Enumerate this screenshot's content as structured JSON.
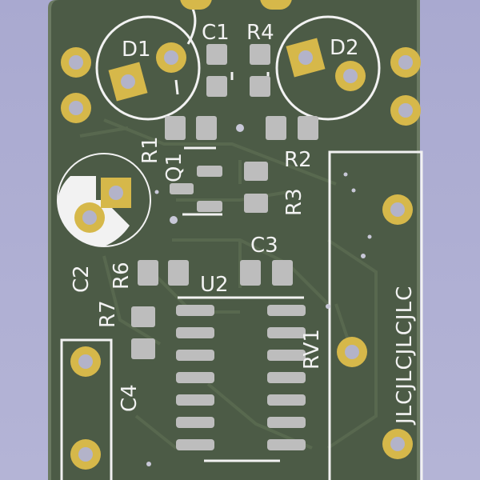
{
  "board": {
    "colors": {
      "background": "#b0b0d4",
      "board_edge": "#6b7a62",
      "board": "#4c5b46",
      "trace": "#5a6a50",
      "silkscreen": "#f2f2f2",
      "smd_pad": "#bdbdbd",
      "tht_ring": "#d6b84a",
      "tht_hole": "#b3b3c9"
    },
    "labels": {
      "c1": "C1",
      "r4": "R4",
      "d1": "D1",
      "d2": "D2",
      "r1": "R1",
      "q1": "Q1",
      "r2": "R2",
      "r3": "R3",
      "c2": "C2",
      "r6": "R6",
      "r7": "R7",
      "c3": "C3",
      "u2": "U2",
      "rv1": "RV1",
      "c4": "C4",
      "jlc": "JLCJLCJLCJLC"
    }
  }
}
